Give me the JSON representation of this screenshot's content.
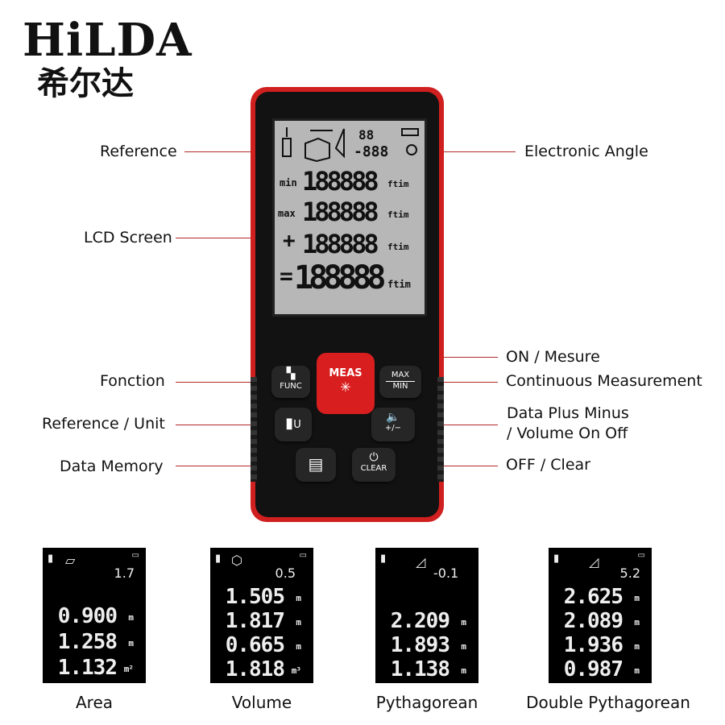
{
  "logo": {
    "brand": "HiLDA",
    "chinese": "希尔达"
  },
  "callouts": {
    "reference": "Reference",
    "lcd_screen": "LCD Screen",
    "fonction": "Fonction",
    "reference_unit": "Reference / Unit",
    "data_memory": "Data Memory",
    "electronic_angle": "Electronic Angle",
    "on_mesure": "ON / Mesure",
    "continuous": "Continuous Measurement",
    "data_plus_minus_1": "Data Plus Minus",
    "data_plus_minus_2": "/ Volume On Off",
    "off_clear": "OFF / Clear"
  },
  "lcd": {
    "top_small": "88",
    "angle": "-888",
    "rows": [
      {
        "label": "min",
        "value": "188888",
        "unit": "ftim"
      },
      {
        "label": "max",
        "value": "188888",
        "unit": "ftim"
      },
      {
        "label": "+",
        "value": "188888",
        "unit": "ftim"
      },
      {
        "label": "=",
        "value": "188888",
        "unit": "ftim"
      }
    ]
  },
  "buttons": {
    "func": "FUNC",
    "meas": "MEAS",
    "max": "MAX",
    "min": "MIN",
    "unit": "U",
    "plusminus": "+/−",
    "clear": "CLEAR"
  },
  "modes": [
    {
      "caption": "Area",
      "top": "1.7",
      "rows": [
        {
          "v": "0.900",
          "u": "m"
        },
        {
          "v": "1.258",
          "u": "m"
        },
        {
          "v": "1.132",
          "u": "m²"
        }
      ]
    },
    {
      "caption": "Volume",
      "top": "0.5",
      "rows": [
        {
          "v": "1.505",
          "u": "m"
        },
        {
          "v": "1.817",
          "u": "m"
        },
        {
          "v": "0.665",
          "u": "m"
        },
        {
          "v": "1.818",
          "u": "m³"
        }
      ]
    },
    {
      "caption": "Pythagorean",
      "top": "-0.1",
      "rows": [
        {
          "v": "2.209",
          "u": "m"
        },
        {
          "v": "1.893",
          "u": "m"
        },
        {
          "v": "1.138",
          "u": "m"
        }
      ]
    },
    {
      "caption": "Double Pythagorean",
      "top": "5.2",
      "rows": [
        {
          "v": "2.625",
          "u": "m"
        },
        {
          "v": "2.089",
          "u": "m"
        },
        {
          "v": "1.936",
          "u": "m"
        },
        {
          "v": "0.987",
          "u": "m"
        }
      ]
    }
  ],
  "colors": {
    "accent": "#d01f1f",
    "body": "#121212",
    "lcd": "#b7b7b7"
  }
}
